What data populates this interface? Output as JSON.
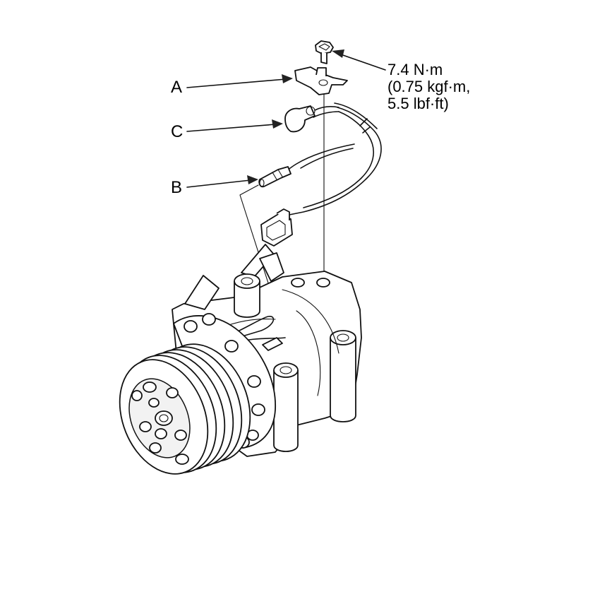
{
  "callouts": {
    "a": "A",
    "b": "B",
    "c": "C"
  },
  "torque": {
    "line1": "7.4 N·m",
    "line2": "(0.75 kgf·m,",
    "line3": "5.5 lbf·ft)"
  }
}
